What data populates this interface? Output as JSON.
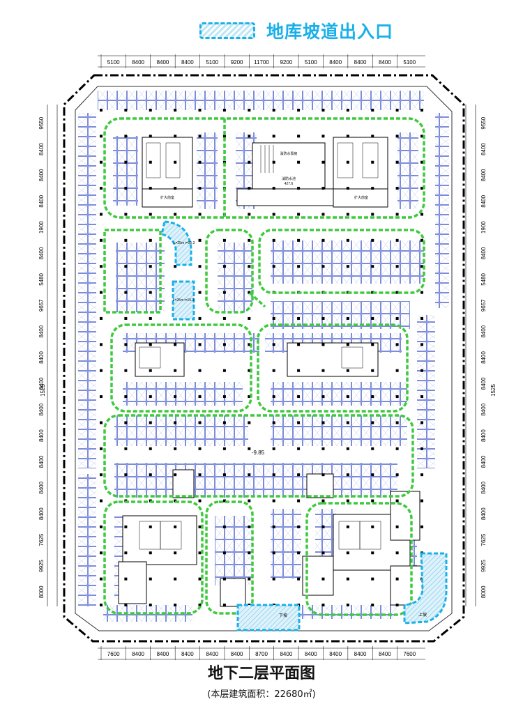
{
  "legend": {
    "label": "地库坡道出入口",
    "color": "#1ab0e8"
  },
  "dimensions": {
    "top": [
      "5100",
      "8400",
      "8400",
      "8400",
      "5100",
      "9200",
      "11700",
      "9200",
      "5100",
      "8400",
      "8400",
      "8400",
      "5100"
    ],
    "bottom": [
      "7600",
      "8400",
      "8400",
      "8400",
      "8400",
      "8400",
      "8700",
      "8400",
      "8400",
      "8400",
      "8400",
      "8400",
      "7600"
    ],
    "left": [
      "9550",
      "8400",
      "8400",
      "8400",
      "1900",
      "8400",
      "5480",
      "9657",
      "8400",
      "8400",
      "8400",
      "8400",
      "8400",
      "8400",
      "8400",
      "8400",
      "7625",
      "9925",
      "8000"
    ],
    "right": [
      "9550",
      "8400",
      "8400",
      "8400",
      "1900",
      "8400",
      "5480",
      "9657",
      "8400",
      "8400",
      "8400",
      "8400",
      "8400",
      "8400",
      "8400",
      "8400",
      "7625",
      "9925",
      "8000"
    ],
    "side_total_left": "1525",
    "side_total_right": "1525"
  },
  "labels": {
    "elevation": "-9.85",
    "ramp_upper": "L=25m\ni=15.3",
    "ramp_lower": "L=25m\ni=15.3",
    "ramp_bottom": "下坡",
    "ramp_right": "上坡",
    "core_left_top": "扩大前室",
    "core_right_top": "扩大前室",
    "room_center_top": "消防水泵房",
    "room_center_mid": "消防水池",
    "room_center_mid_value": "427.6",
    "up_label_1": "下坡",
    "up_label_2": "上坡"
  },
  "colors": {
    "lane": "#3ec93e",
    "stall": "#5c6fd1",
    "wall": "#000000",
    "ramp": "#1ab0e8"
  },
  "title": "地下二层平面图",
  "subtitle": "(本层建筑面积：22680㎡)"
}
